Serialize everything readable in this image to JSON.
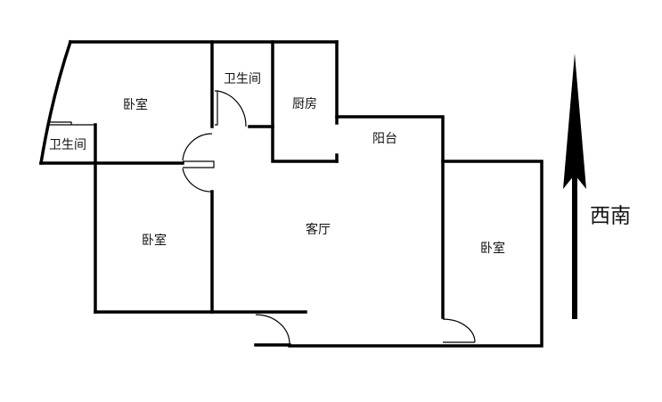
{
  "rooms": {
    "bedroom_top_left": "卧室",
    "bathroom_center": "卫生间",
    "kitchen": "厨房",
    "bathroom_left": "卫生间",
    "balcony": "阳台",
    "living_room": "客厅",
    "bedroom_left": "卧室",
    "bedroom_right": "卧室"
  },
  "orientation": {
    "label": "西南",
    "icon": "north-arrow-icon"
  }
}
